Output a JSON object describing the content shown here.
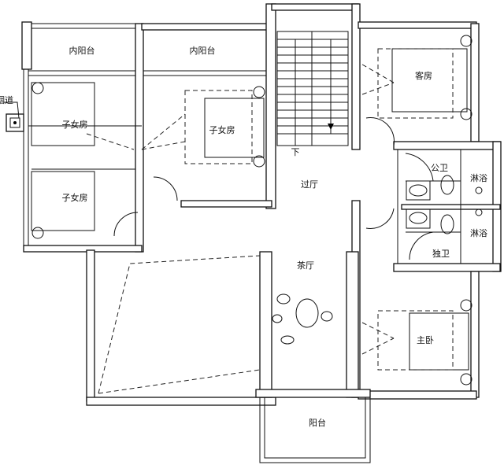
{
  "rooms": {
    "inner_balcony_1": "内阳台",
    "inner_balcony_2": "内阳台",
    "child_room_1": "子女房",
    "child_room_2": "子女房",
    "child_room_3": "子女房",
    "guest_room": "客房",
    "public_bath": "公卫",
    "shower_1": "淋浴",
    "shower_2": "淋浴",
    "private_bath": "独卫",
    "hall": "过厅",
    "tea_room": "茶厅",
    "master_bedroom": "主卧",
    "balcony": "阳台"
  },
  "annotations": {
    "flue": "烟道",
    "stairs_down": "下"
  }
}
